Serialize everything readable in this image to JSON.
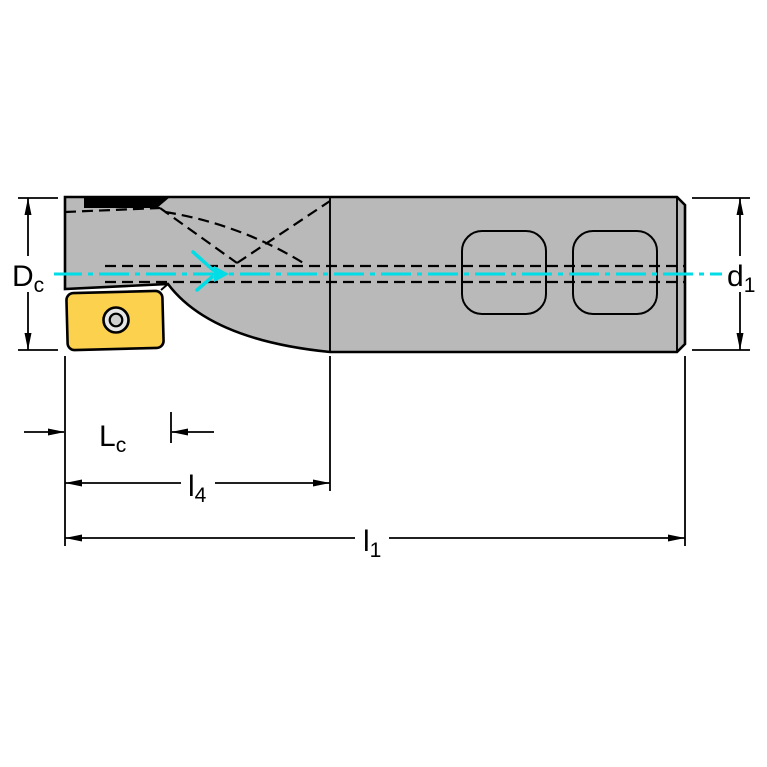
{
  "labels": {
    "dc": {
      "main": "D",
      "sub": "c"
    },
    "d1": {
      "main": "d",
      "sub": "1"
    },
    "lc": {
      "main": "L",
      "sub": "c"
    },
    "l4": {
      "main": "l",
      "sub": "4"
    },
    "l1": {
      "main": "l",
      "sub": "1"
    }
  },
  "colors": {
    "body_fill": "#b9b9b9",
    "insert_fill": "#fcd14e",
    "centerline": "#00dde6",
    "outline": "#000000",
    "background": "#ffffff"
  }
}
